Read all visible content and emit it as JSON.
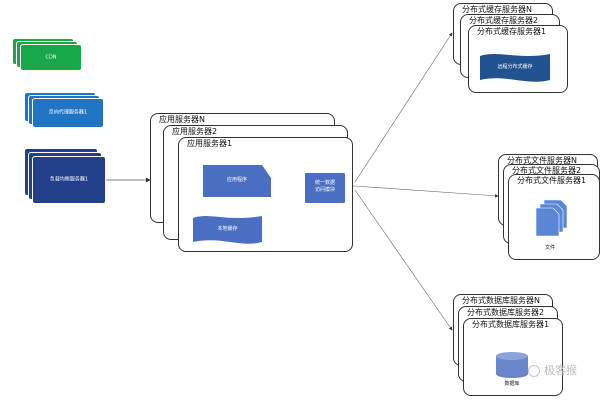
{
  "cdn": {
    "label": "CDN"
  },
  "reverse_proxy": {
    "label": "反向代理服务器1"
  },
  "load_balancer": {
    "label": "负载均衡服务器1"
  },
  "app_servers": {
    "titles": [
      "应用服务器N",
      "应用服务器2",
      "应用服务器1"
    ],
    "app_program_label": "应用程序",
    "local_cache_label": "本地缓存",
    "unified_access_label": "统一数据\n访问模块"
  },
  "cache_servers": {
    "titles": [
      "分布式缓存服务器N",
      "分布式缓存服务器2",
      "分布式缓存服务器1"
    ],
    "body_label": "远程分布式缓存"
  },
  "file_servers": {
    "titles": [
      "分布式文件服务器N",
      "分布式文件服务器2",
      "分布式文件服务器1"
    ],
    "file_label": "文件"
  },
  "db_servers": {
    "titles": [
      "分布式数据库服务器N",
      "分布式数据库服务器2",
      "分布式数据库服务器1"
    ],
    "db_label": "数据库"
  },
  "watermark": {
    "text": "极客猴"
  },
  "colors": {
    "cdn_green": "#17a84a",
    "proxy_blue": "#1f74c4",
    "lb_navy": "#223f8c",
    "app_blue": "#4a6fc2",
    "cache_navy": "#20538f",
    "file_blue": "#5b86d6",
    "db_blue": "#6a86c9"
  }
}
